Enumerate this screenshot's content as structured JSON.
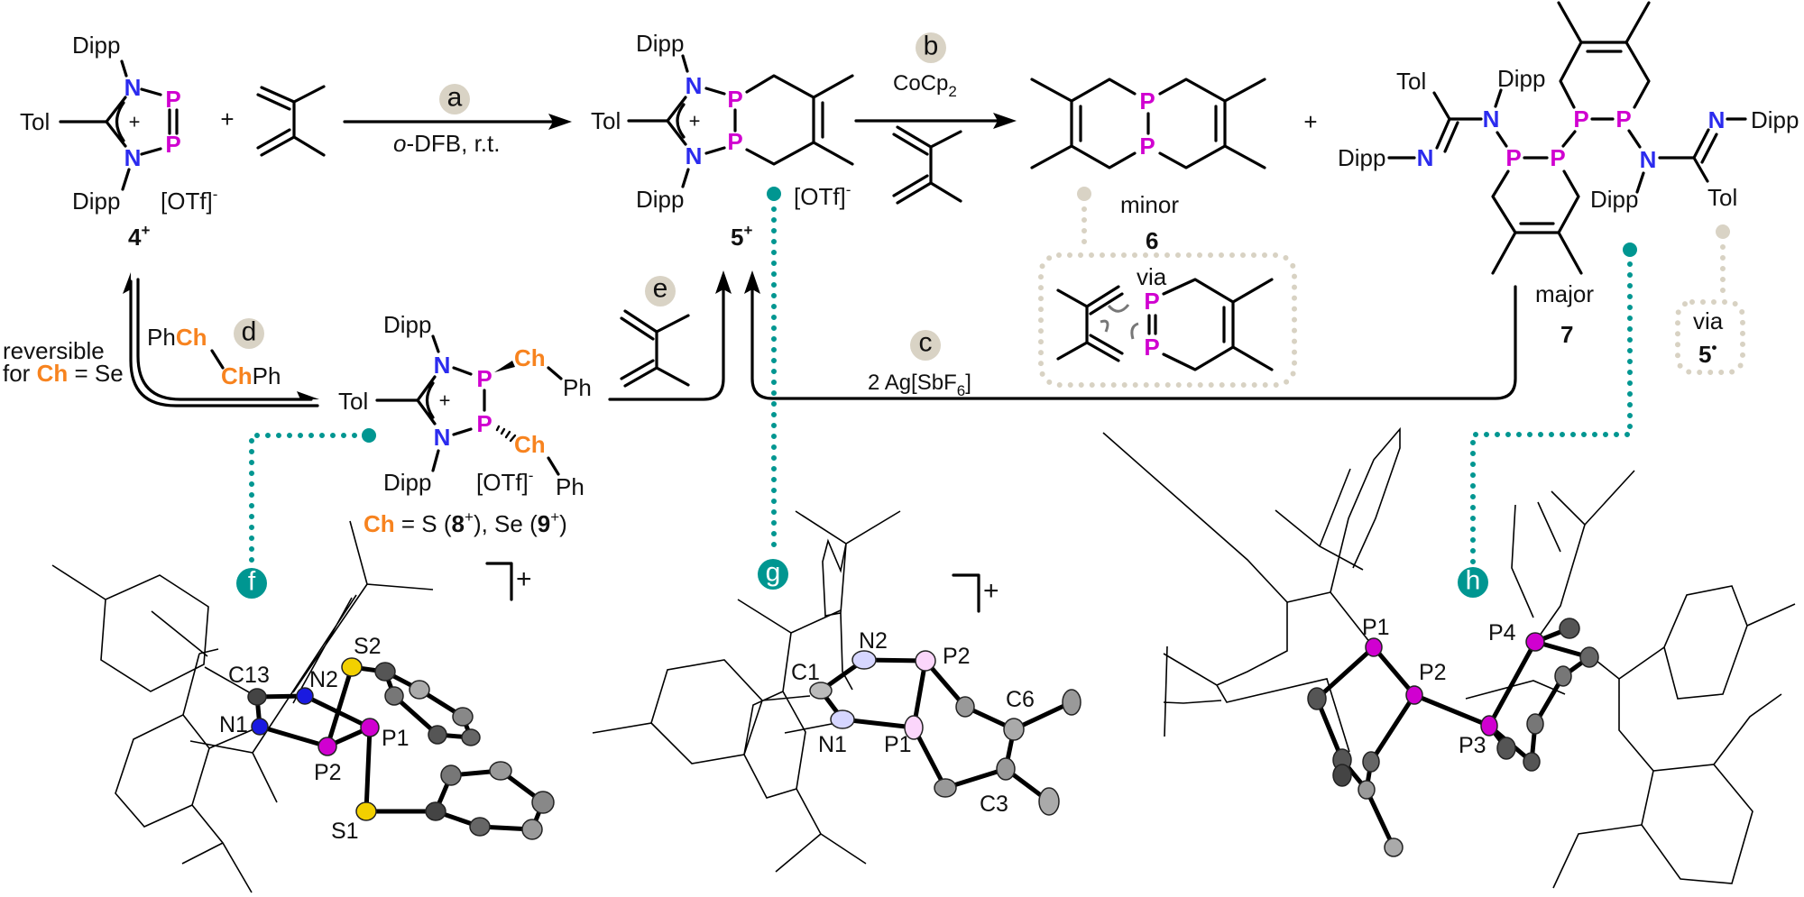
{
  "colors": {
    "nitrogen": "#2b2bee",
    "phosphorus": "#d000d0",
    "chalcogen": "#f7831f",
    "teal": "#009691",
    "beige": "#d9d3c5"
  },
  "atoms": {
    "N": "N",
    "P": "P",
    "Ch": "Ch",
    "Ph": "Ph",
    "Dipp": "Dipp",
    "Tol": "Tol",
    "cation": "+",
    "anion": "[OTf]",
    "anion_charge": "-",
    "plus": "+"
  },
  "compounds": {
    "c4": {
      "number": "4",
      "charge": "+"
    },
    "c5": {
      "number": "5",
      "charge": "+"
    },
    "c6": {
      "number": "6",
      "note": "minor",
      "via": "via"
    },
    "c7": {
      "number": "7",
      "note": "major",
      "via": "via",
      "via_compound": "5",
      "via_radical": "•"
    },
    "c8_9": {
      "ch": "Ch",
      "eq": " = S (",
      "n8": "8",
      "mid": "), Se (",
      "n9": "9",
      "close": ")",
      "charge": "+"
    }
  },
  "steps": {
    "a": {
      "label": "a",
      "cond_italic": "o",
      "cond_rest": "-DFB, r.t."
    },
    "b": {
      "label": "b",
      "reagent": "CoCp",
      "reagent_sub": "2"
    },
    "c": {
      "label": "c",
      "reagent": "2 Ag[SbF",
      "reagent_sub": "6",
      "reagent_end": "]"
    },
    "d": {
      "label": "d",
      "reagent_top_ph": "Ph",
      "reagent_top_ch": "Ch",
      "reagent_bot_ch": "Ch",
      "reagent_bot_ph": "Ph",
      "note_line1": "reversible",
      "note_for": "for ",
      "note_ch": "Ch",
      "note_rest": " = Se"
    },
    "e": {
      "label": "e"
    }
  },
  "structures": {
    "f": {
      "label": "f",
      "charge": "+",
      "atoms": [
        "C13",
        "N2",
        "N1",
        "P2",
        "P1",
        "S2",
        "S1"
      ]
    },
    "g": {
      "label": "g",
      "charge": "+",
      "atoms": [
        "N2",
        "C1",
        "N1",
        "P1",
        "P2",
        "C6",
        "C3"
      ]
    },
    "h": {
      "label": "h",
      "atoms": [
        "P1",
        "P2",
        "P3",
        "P4"
      ]
    }
  }
}
